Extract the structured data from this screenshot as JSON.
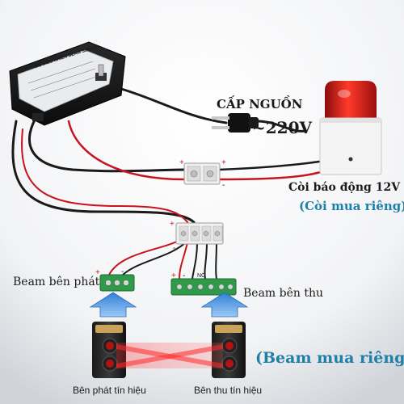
{
  "labels": {
    "power": "CẤP NGUỒN",
    "voltage": "~220V",
    "siren": "Còi báo động 12V",
    "siren_note": "(Còi mua riêng)",
    "beam_tx": "Beam bên phát",
    "beam_rx": "Beam bên thu",
    "beam_note": "(Beam mua riêng)",
    "tx_signal": "Bên phát tín hiệu",
    "rx_signal": "Bên thu tín hiệu"
  },
  "controller": {
    "title": "BỘ ĐIỀU KHIỂN BEAM SEK-02"
  },
  "terminal_marks": {
    "nc": "NC",
    "plus": "+",
    "minus": "-"
  },
  "colors": {
    "background": "#ffffff",
    "controller_case": "#151515",
    "siren_red": "#d21a16",
    "siren_body": "#f4f4f4",
    "wire_red": "#c8141e",
    "wire_black": "#1a1a1a",
    "terminal_green": "#2f9a4a",
    "arrow_blue": "#2f7fd6",
    "accent_blue": "#1e7fa8"
  }
}
